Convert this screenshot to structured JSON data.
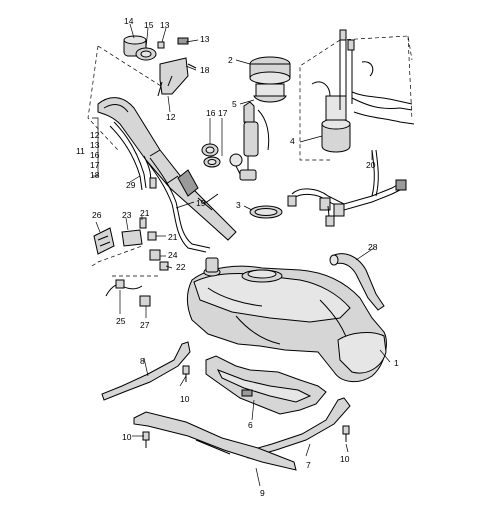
{
  "callouts": {
    "c1": "1",
    "c2": "2",
    "c3": "3",
    "c4": "4",
    "c5": "5",
    "c6": "6",
    "c7": "7",
    "c8": "8",
    "c9": "9",
    "c10a": "10",
    "c10b": "10",
    "c10c": "10",
    "c11": "11",
    "c12a": "12",
    "c12b": "12",
    "c13a": "13",
    "c13b": "13",
    "c13c": "13",
    "c14": "14",
    "c15": "15",
    "c16a": "16",
    "c16b": "16",
    "c17a": "17",
    "c17b": "17",
    "c18a": "18",
    "c18b": "18",
    "c19": "19",
    "c20": "20",
    "c21a": "21",
    "c21b": "21",
    "c22": "22",
    "c23": "23",
    "c24": "24",
    "c25": "25",
    "c26": "26",
    "c27": "27",
    "c28": "28",
    "c29": "29"
  }
}
